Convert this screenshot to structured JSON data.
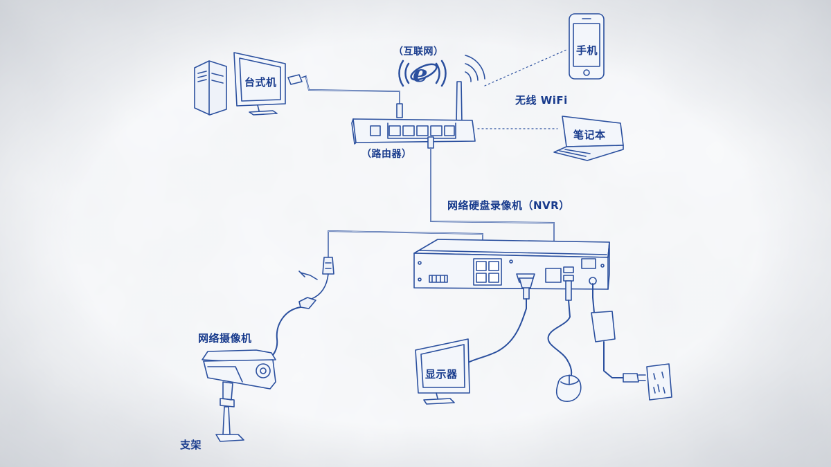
{
  "labels": {
    "internet": "（互联网）",
    "desktop": "台式机",
    "router": "（路由器）",
    "phone": "手机",
    "wifi": "无线 WiFi",
    "laptop": "笔记本",
    "nvr": "网络硬盘录像机（NVR）",
    "ip_camera": "网络摄像机",
    "bracket": "支架",
    "monitor": "显示器"
  },
  "colors": {
    "line": "#2a4f9e",
    "text": "#173a8c",
    "fill": "#f3f6fb",
    "background": "#dfe3ea"
  }
}
